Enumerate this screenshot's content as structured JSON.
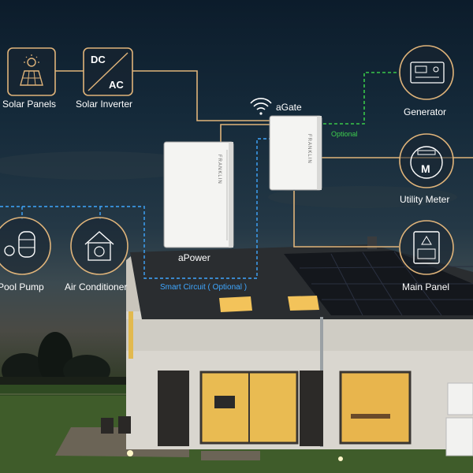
{
  "nodes": {
    "solar_panels": "Solar Panels",
    "solar_inverter": "Solar Inverter",
    "inverter_dc": "DC",
    "inverter_ac": "AC",
    "generator": "Generator",
    "utility_meter": "Utility Meter",
    "meter_letter": "M",
    "main_panel": "Main Panel",
    "pool_pump": "Pool Pump",
    "air_conditioner": "Air Conditioner"
  },
  "devices": {
    "agate": "aGate",
    "apower": "aPower",
    "brand": "FRANKLIN"
  },
  "connections": {
    "optional": "Optional",
    "smart_circuit": "Smart Circuit ( Optional )"
  },
  "colors": {
    "power_line": "#e0b47a",
    "optional_line": "#39c84a",
    "smart_circuit_line": "#3fa7ff"
  }
}
